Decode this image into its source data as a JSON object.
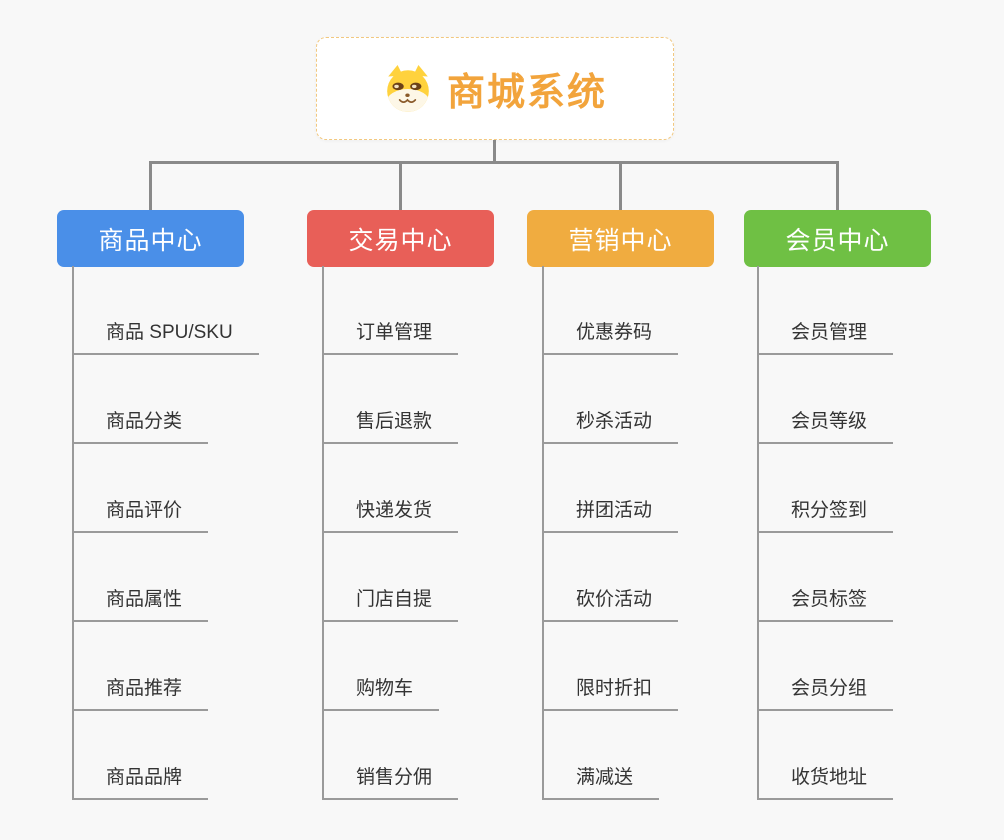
{
  "page": {
    "background_color": "#f8f8f8",
    "connector_color": "#8a8a8a",
    "underline_color": "#9a9a9a"
  },
  "root": {
    "title": "商城系统",
    "title_color": "#f2a43c",
    "border_color": "#f2c87f",
    "icon": "dog-face-icon"
  },
  "branches": [
    {
      "label": "商品中心",
      "color": "#4a8fe8",
      "children": [
        "商品 SPU/SKU",
        "商品分类",
        "商品评价",
        "商品属性",
        "商品推荐",
        "商品品牌"
      ]
    },
    {
      "label": "交易中心",
      "color": "#e85f58",
      "children": [
        "订单管理",
        "售后退款",
        "快递发货",
        "门店自提",
        "购物车",
        "销售分佣"
      ]
    },
    {
      "label": "营销中心",
      "color": "#f0ac40",
      "children": [
        "优惠券码",
        "秒杀活动",
        "拼团活动",
        "砍价活动",
        "限时折扣",
        "满减送"
      ]
    },
    {
      "label": "会员中心",
      "color": "#6fc044",
      "children": [
        "会员管理",
        "会员等级",
        "积分签到",
        "会员标签",
        "会员分组",
        "收货地址"
      ]
    }
  ]
}
